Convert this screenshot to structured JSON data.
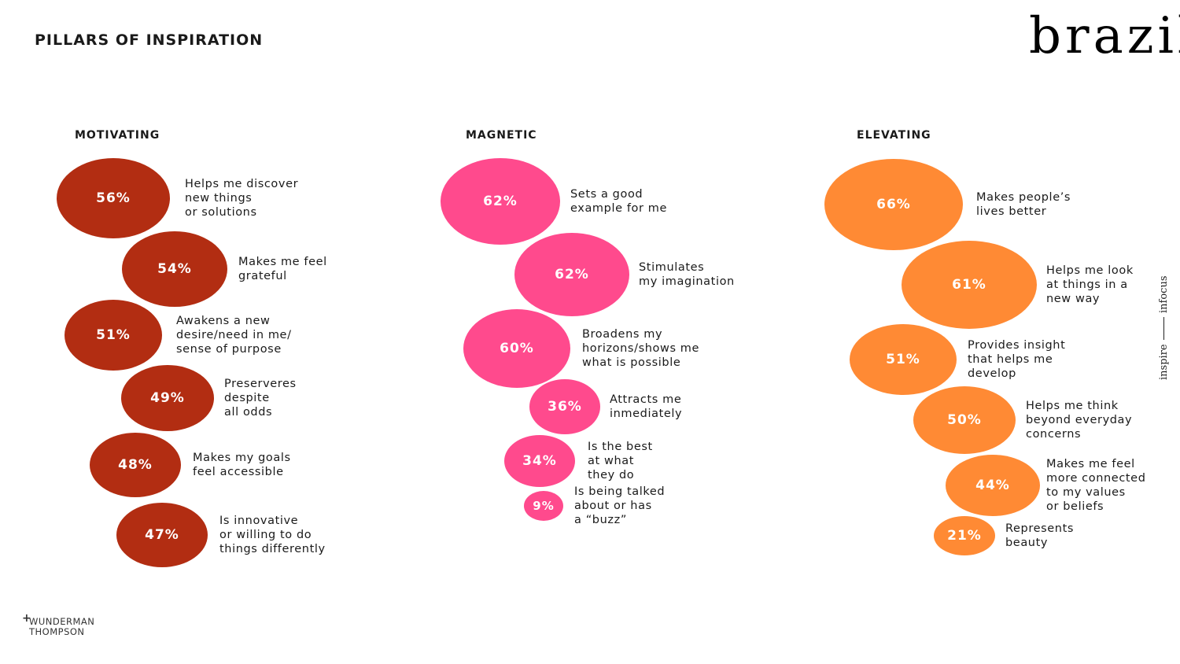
{
  "page_title": "PILLARS OF INSPIRATION",
  "brand": "brazil",
  "side_label": {
    "left": "inspire",
    "right": "infocus"
  },
  "footer": {
    "line1": "WUNDERMAN",
    "line2": "THOMPSON",
    "mark": "+"
  },
  "colors": {
    "motivating": "#B22D12",
    "magnetic": "#FF4A8D",
    "elevating": "#FF8A34"
  },
  "chart_data": [
    {
      "type": "bubble",
      "title": "MOTIVATING",
      "categories": [
        "Helps me discover\nnew things\nor solutions",
        "Makes me feel\ngrateful",
        "Awakens a new\ndesire/need in me/\nsense of purpose",
        "Preserveres\ndespite\nall odds",
        "Makes my goals\nfeel accessible",
        "Is innovative\nor willing to do\nthings differently"
      ],
      "values": [
        56,
        54,
        51,
        49,
        48,
        47
      ],
      "value_labels": [
        "56%",
        "54%",
        "51%",
        "49%",
        "48%",
        "47%"
      ],
      "color": "#B22D12"
    },
    {
      "type": "bubble",
      "title": "MAGNETIC",
      "categories": [
        "Sets a good\nexample for me",
        "Stimulates\nmy imagination",
        "Broadens my\nhorizons/shows me\nwhat is possible",
        "Attracts me\ninmediately",
        "Is the best\nat what\nthey do",
        "Is being talked\nabout or has\na “buzz”"
      ],
      "values": [
        62,
        62,
        60,
        36,
        34,
        9
      ],
      "value_labels": [
        "62%",
        "62%",
        "60%",
        "36%",
        "34%",
        "9%"
      ],
      "color": "#FF4A8D"
    },
    {
      "type": "bubble",
      "title": "ELEVATING",
      "categories": [
        "Makes people’s\nlives better",
        "Helps me look\nat things in a\nnew way",
        "Provides insight\nthat helps me\ndevelop",
        "Helps me think\nbeyond everyday\nconcerns",
        "Makes me feel\nmore connected\nto my values\nor beliefs",
        "Represents\nbeauty"
      ],
      "values": [
        66,
        61,
        51,
        50,
        44,
        21
      ],
      "value_labels": [
        "66%",
        "61%",
        "51%",
        "50%",
        "44%",
        "21%"
      ],
      "color": "#FF8A34"
    }
  ]
}
